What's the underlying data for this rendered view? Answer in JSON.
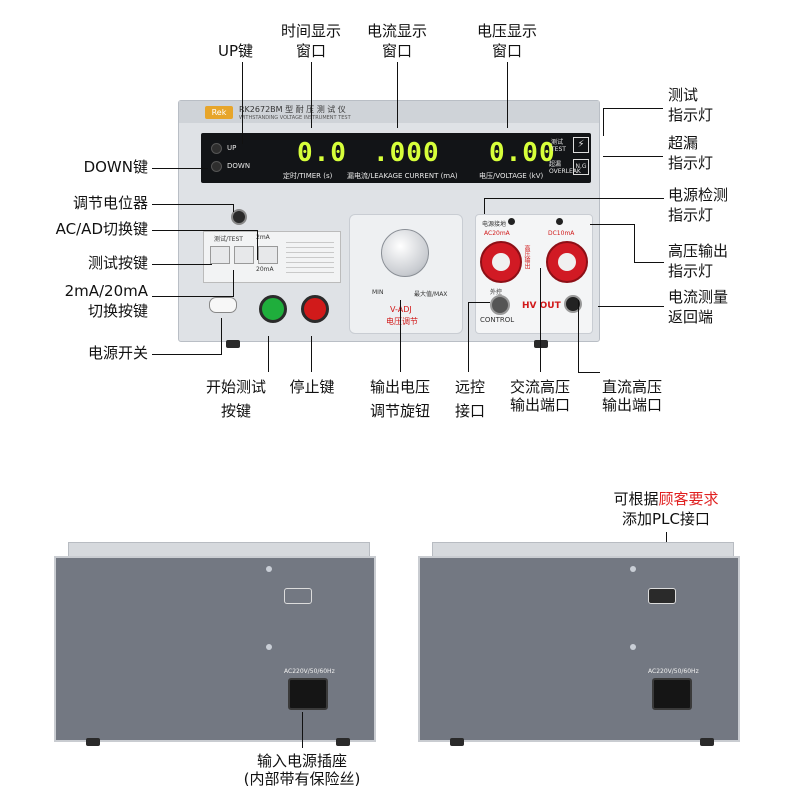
{
  "front_panel": {
    "brand": "Rek",
    "model": "RK2672BM 型 耐 压 测 试 仪",
    "model_sub": "WITHSTANDING VOLTAGE INSTRUMENT TEST",
    "buttons": {
      "up": "UP",
      "down": "DOWN"
    },
    "display": {
      "timer_value": "0.0",
      "current_value": ".000",
      "voltage_value": "0.00",
      "timer_caption": "定时/TIMER (s)",
      "current_caption": "漏电流/LEAKAGE  CURRENT (mA)",
      "voltage_caption": "电压/VOLTAGE (kV)",
      "test_indicator": "测试\nTEST",
      "overleak_indicator": "超漏\nOVERLEAK",
      "ng_label": "N.G"
    },
    "knob_panel": {
      "min": "MIN",
      "max": "最大值/MAX",
      "vadj": "V-ADJ",
      "vadj_cn": "电压调节"
    },
    "hv_panel": {
      "power_detect": "电源接地",
      "ac_label": "AC20mA",
      "dc_label": "DC10mA",
      "hv_warning": "高压输出",
      "control": "CONTROL",
      "hv_out": "HV OUT",
      "remote_label": "外控"
    },
    "switch_panel": {
      "test_label": "测试/TEST",
      "range_label": "2mA",
      "range_label2": "20mA"
    }
  },
  "callouts": {
    "up_key": "UP键",
    "time_display": [
      "时间显示",
      "窗口"
    ],
    "current_display": [
      "电流显示",
      "窗口"
    ],
    "voltage_display": [
      "电压显示",
      "窗口"
    ],
    "test_indicator": [
      "测试",
      "指示灯"
    ],
    "overleak_indicator": [
      "超漏",
      "指示灯"
    ],
    "down_key": "DOWN键",
    "power_detect_indicator": [
      "电源检测",
      "指示灯"
    ],
    "potentiometer": "调节电位器",
    "acdc_switch": "AC/AD切换键",
    "test_button": "测试按键",
    "hv_output_indicator": [
      "高压输出",
      "指示灯"
    ],
    "range_switch": [
      "2mA/20mA",
      "切换按键"
    ],
    "current_return": [
      "电流测量",
      "返回端"
    ],
    "power_switch": "电源开关",
    "start_test": [
      "开始测试",
      "按键"
    ],
    "stop_key": "停止键",
    "voltage_knob": [
      "输出电压",
      "调节旋钮"
    ],
    "remote_port": [
      "远控",
      "接口"
    ],
    "ac_output": [
      "交流高压",
      "输出端口"
    ],
    "dc_output": [
      "直流高压",
      "输出端口"
    ],
    "plc_note_prefix": "可根据",
    "plc_note_highlight": "顾客要求",
    "plc_note_line2": "添加PLC接口",
    "power_socket": [
      "输入电源插座",
      "(内部带有保险丝)"
    ]
  },
  "rear_panel": {
    "socket_label": "AC220V/50/60Hz"
  },
  "colors": {
    "highlight": "#e02020",
    "display_digits": "#d7ff3a",
    "start_button": "#1fae3c",
    "stop_button": "#d11a1a",
    "hv_jack": "#d11a24"
  }
}
